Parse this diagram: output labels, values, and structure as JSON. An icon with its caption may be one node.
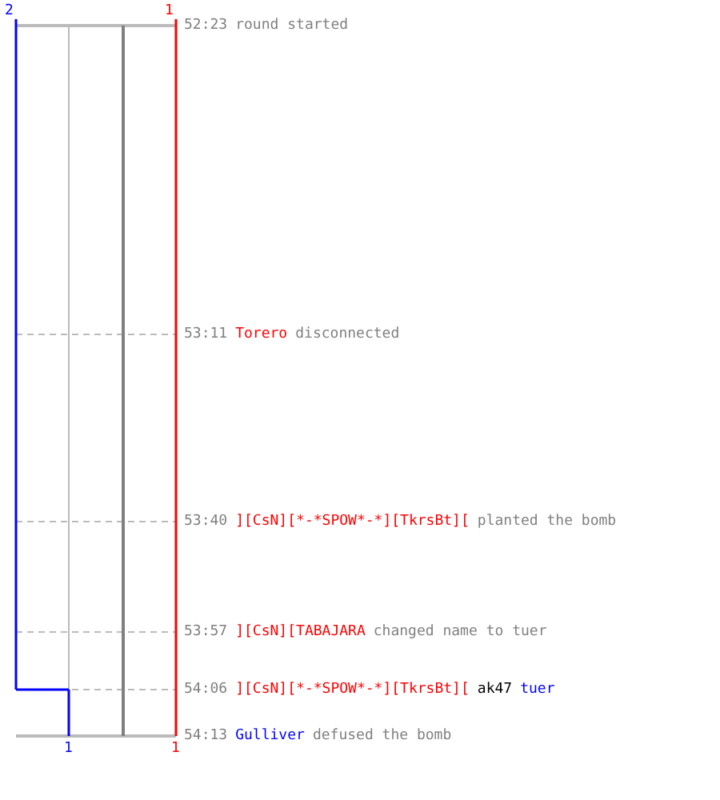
{
  "diagram": {
    "labels": [
      "2",
      "1",
      "52:23",
      "round started",
      "53:11",
      "Torero",
      "disconnected",
      "53:40",
      "][CsN][*-*SPOW*-*][TkrsBt][",
      "planted the bomb",
      "53:57",
      "][CsN][TABAJARA",
      "changed name to tuer",
      "54:06",
      "][CsN][*-*SPOW*-*][TkrsBt][",
      "ak47",
      "tuer",
      "54:13",
      "Gulliver",
      "defused the bomb",
      "1",
      "1"
    ]
  }
}
